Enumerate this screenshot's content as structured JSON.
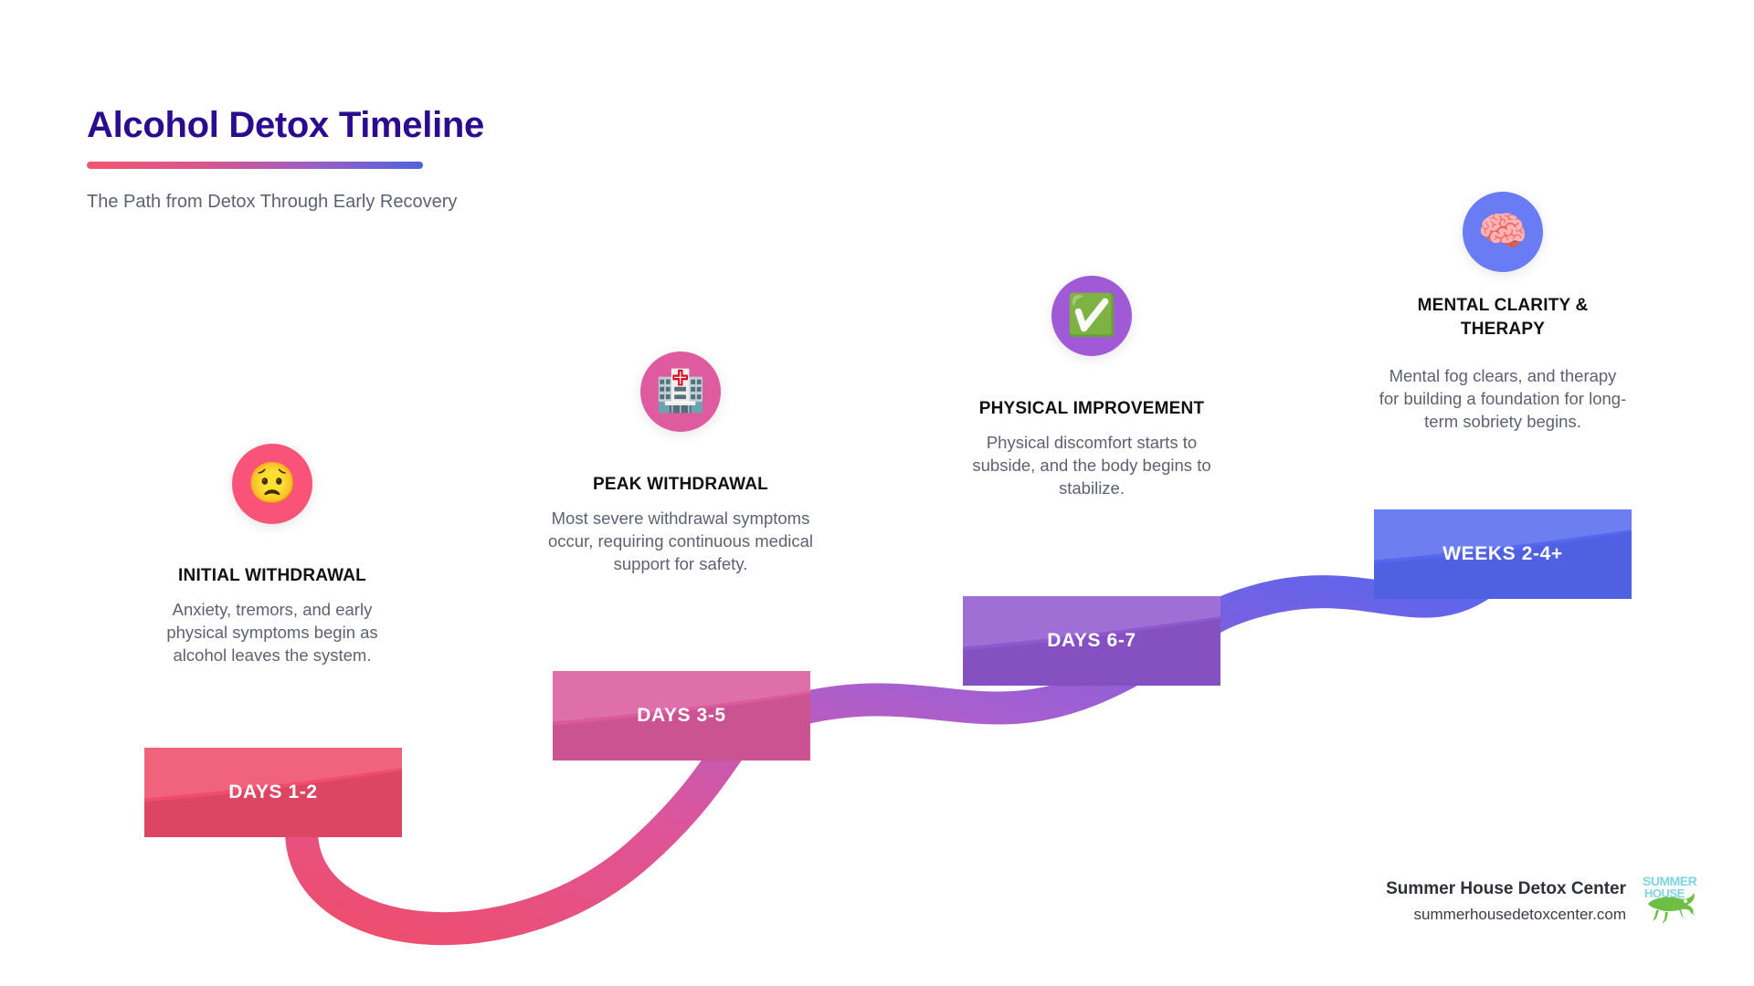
{
  "header": {
    "title": "Alcohol Detox Timeline",
    "subtitle": "The Path from Detox Through Early Recovery",
    "accent_gradient": [
      "#f4556f",
      "#4f63df"
    ]
  },
  "milestones": [
    {
      "icon": "worried-face-emoji",
      "icon_glyph": "😟",
      "circle_color": "#f9537a",
      "title": "INITIAL WITHDRAWAL",
      "description": "Anxiety, tremors, and early physical symptoms begin as alcohol leaves the system.",
      "label": "DAYS 1-2",
      "label_color": "#ef4d6b"
    },
    {
      "icon": "hospital-emoji",
      "icon_glyph": "🏥",
      "circle_color": "#de5ba0",
      "title": "PEAK WITHDRAWAL",
      "description": "Most severe withdrawal symptoms occur, requiring continuous medical support for safety.",
      "label": "DAYS 3-5",
      "label_color": "#db5a9d"
    },
    {
      "icon": "check-mark-button-emoji",
      "icon_glyph": "✅",
      "circle_color": "#a05ad6",
      "title": "PHYSICAL IMPROVEMENT",
      "description": "Physical discomfort starts to subside, and the body begins to stabilize.",
      "label": "DAYS 6-7",
      "label_color": "#9058cf"
    },
    {
      "icon": "brain-emoji",
      "icon_glyph": "🧠",
      "circle_color": "#6a7cf4",
      "title": "MENTAL CLARITY & THERAPY",
      "description": "Mental fog clears, and therapy for building a foundation for long-term sobriety begins.",
      "label": "WEEKS 2-4+",
      "label_color": "#5468ef"
    }
  ],
  "footer": {
    "brand": "Summer House Detox Center",
    "url": "summerhousedetoxcenter.com",
    "logo_top_text": "SUMMER",
    "logo_bottom_text": "HOUSE",
    "logo_text_color": "#7fd4e3",
    "logo_mark_color": "#6cbe45"
  }
}
